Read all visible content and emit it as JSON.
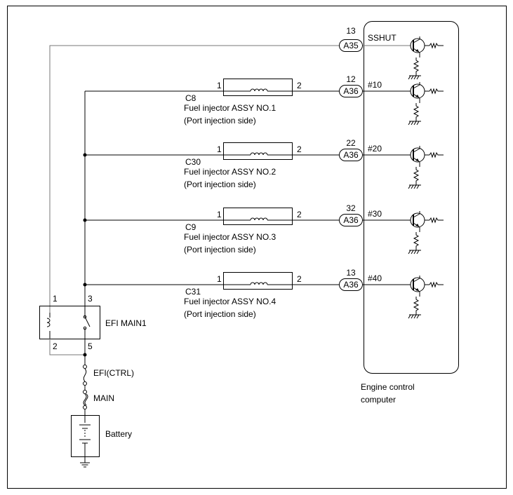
{
  "main_relay": {
    "name": "EFI MAIN1",
    "pins": {
      "p1": "1",
      "p2": "2",
      "p3": "3",
      "p5": "5"
    }
  },
  "fuses": {
    "efi_ctrl": "EFI(CTRL)",
    "main": "MAIN"
  },
  "battery": {
    "label": "Battery"
  },
  "ecu": {
    "label_line1": "Engine control",
    "label_line2": "computer"
  },
  "sshut": {
    "connector": "A35",
    "pin": "13",
    "signal": "SSHUT"
  },
  "injectors": [
    {
      "code": "C8",
      "name": "Fuel injector ASSY NO.1",
      "side": "(Port injection side)",
      "pin_in": "1",
      "pin_out": "2",
      "connector": "A36",
      "ecu_pin": "12",
      "signal": "#10"
    },
    {
      "code": "C30",
      "name": "Fuel injector ASSY NO.2",
      "side": "(Port injection side)",
      "pin_in": "1",
      "pin_out": "2",
      "connector": "A36",
      "ecu_pin": "22",
      "signal": "#20"
    },
    {
      "code": "C9",
      "name": "Fuel injector ASSY NO.3",
      "side": "(Port injection side)",
      "pin_in": "1",
      "pin_out": "2",
      "connector": "A36",
      "ecu_pin": "32",
      "signal": "#30"
    },
    {
      "code": "C31",
      "name": "Fuel injector ASSY NO.4",
      "side": "(Port injection side)",
      "pin_in": "1",
      "pin_out": "2",
      "connector": "A36",
      "ecu_pin": "13",
      "signal": "#40"
    }
  ]
}
